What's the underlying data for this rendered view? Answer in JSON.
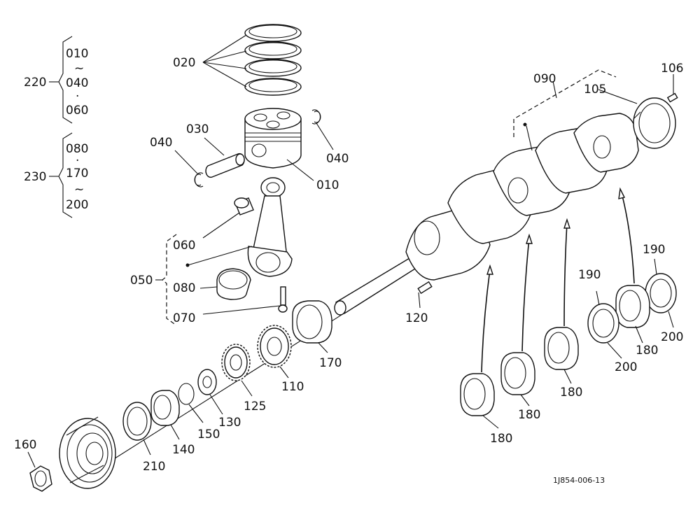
{
  "labels": {
    "l010": "010",
    "l020": "020",
    "l030": "030",
    "l040a": "040",
    "l040b": "040",
    "l050": "050",
    "l060": "060",
    "l070": "070",
    "l080": "080",
    "l090": "090",
    "l105": "105",
    "l106": "106",
    "l110": "110",
    "l120": "120",
    "l125": "125",
    "l130": "130",
    "l140": "140",
    "l150": "150",
    "l160": "160",
    "l170": "170",
    "l180a": "180",
    "l180b": "180",
    "l180c": "180",
    "l180d": "180",
    "l190a": "190",
    "l190b": "190",
    "l200a": "200",
    "l200b": "200",
    "l210": "210"
  },
  "group220": {
    "label": "220",
    "top": "010",
    "mid": "040",
    "bottom": "060",
    "sep1": "~",
    "sep2": "·"
  },
  "group230": {
    "label": "230",
    "top": "080",
    "mid": "170",
    "bottom": "200",
    "sep1": "·",
    "sep2": "~"
  },
  "drawing_code": "1J854-006-13"
}
